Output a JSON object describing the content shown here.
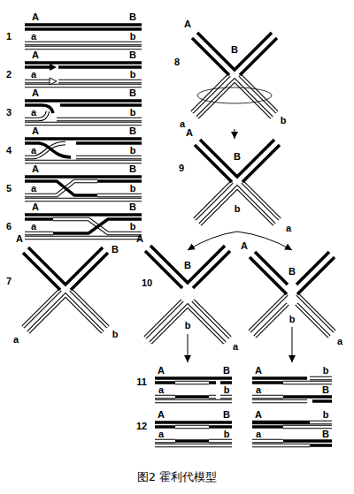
{
  "diagram": {
    "caption": "图2 霍利代模型",
    "labels": [
      "1",
      "A",
      "B",
      "a",
      "b",
      "2",
      "A",
      "B",
      "a",
      "b",
      "3",
      "A",
      "B",
      "a",
      "b",
      "4",
      "A",
      "B",
      "a",
      "b",
      "5",
      "A",
      "B",
      "a",
      "b",
      "6",
      "A",
      "B",
      "a",
      "b",
      "7",
      "A",
      "B",
      "b",
      "a",
      "8",
      "A",
      "B",
      "b",
      "a",
      "9",
      "A",
      "B",
      "b",
      "a",
      "10",
      "A",
      "B",
      "b",
      "a",
      "A",
      "B",
      "b",
      "a",
      "11",
      "A",
      "B",
      "a",
      "b",
      "A",
      "b",
      "a",
      "B",
      "12",
      "A",
      "B",
      "a",
      "b",
      "A",
      "b",
      "a",
      "B"
    ]
  }
}
